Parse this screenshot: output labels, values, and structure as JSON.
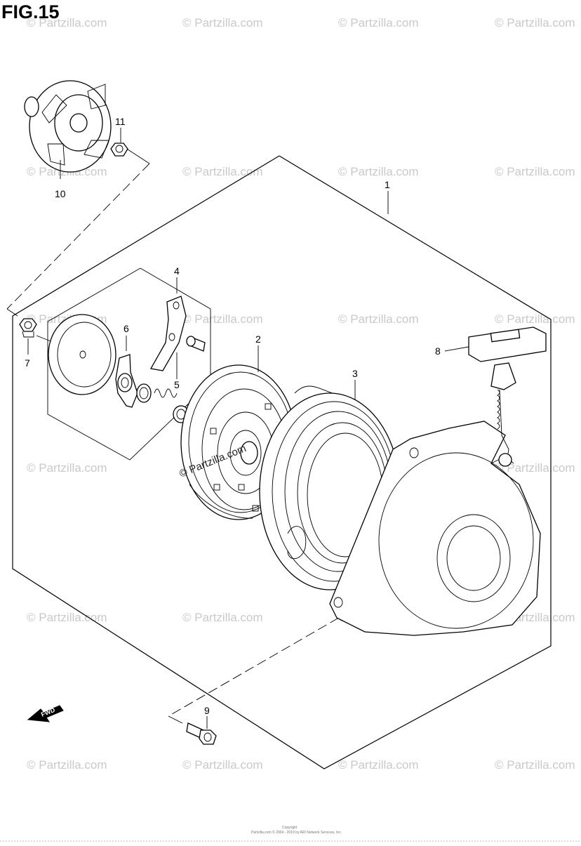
{
  "figure": {
    "title": "FIG.15"
  },
  "callouts": [
    {
      "id": "1",
      "text": "1"
    },
    {
      "id": "2",
      "text": "2"
    },
    {
      "id": "3",
      "text": "3"
    },
    {
      "id": "4",
      "text": "4"
    },
    {
      "id": "5",
      "text": "5"
    },
    {
      "id": "6",
      "text": "6"
    },
    {
      "id": "7",
      "text": "7"
    },
    {
      "id": "8",
      "text": "8"
    },
    {
      "id": "9",
      "text": "9"
    },
    {
      "id": "10",
      "text": "10"
    },
    {
      "id": "11",
      "text": "11"
    }
  ],
  "watermark": {
    "text": "© Partzilla.com"
  },
  "fwd_label": "FWD",
  "footer": {
    "line1": "Copyright",
    "line2": "Partzilla.com © 2004 - 2019 by ARI Network Services, Inc."
  }
}
